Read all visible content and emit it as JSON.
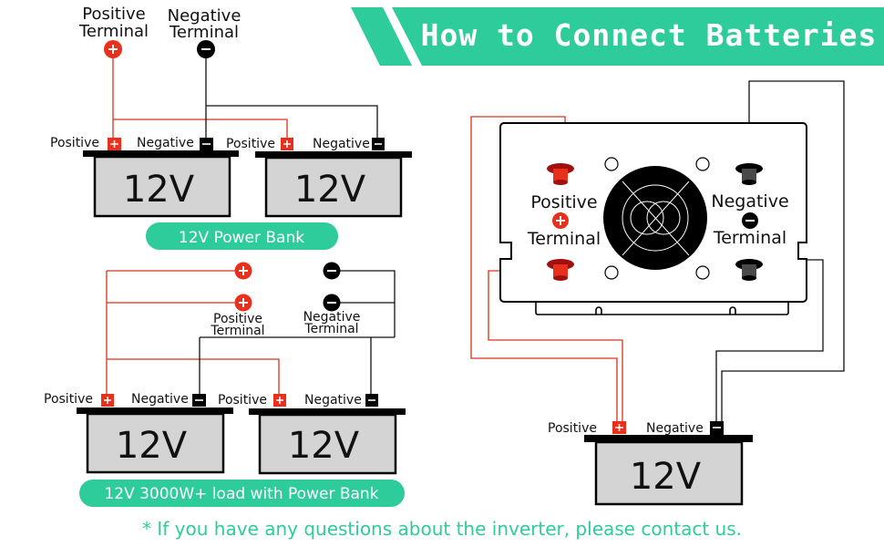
{
  "title": "How to Connect Batteries",
  "colors": {
    "accent": "#2ecc9a",
    "positive": "#e8301c",
    "negative": "#000000",
    "battery_body": "#d4d4d4"
  },
  "labels": {
    "positive": "Positive",
    "negative": "Negative",
    "terminal": "Terminal",
    "voltage": "12V",
    "plus": "+",
    "minus": "−"
  },
  "diagram1": {
    "caption": "12V Power Bank",
    "top_terminals": [
      {
        "line1": "Positive",
        "line2": "Terminal",
        "polarity": "positive"
      },
      {
        "line1": "Negative",
        "line2": "Terminal",
        "polarity": "negative"
      }
    ],
    "batteries": [
      {
        "voltage": "12V",
        "pos_label": "Positive",
        "neg_label": "Negative"
      },
      {
        "voltage": "12V",
        "pos_label": "Positive",
        "neg_label": "Negative"
      }
    ]
  },
  "diagram2": {
    "caption": "12V 3000W+ load with Power Bank",
    "terminal_labels": {
      "positive_line1": "Positive",
      "positive_line2": "Terminal",
      "negative_line1": "Negative",
      "negative_line2": "Terminal"
    },
    "batteries": [
      {
        "voltage": "12V",
        "pos_label": "Positive",
        "neg_label": "Negative"
      },
      {
        "voltage": "12V",
        "pos_label": "Positive",
        "neg_label": "Negative"
      }
    ]
  },
  "inverter": {
    "positive_line1": "Positive",
    "positive_line2": "Terminal",
    "negative_line1": "Negative",
    "negative_line2": "Terminal",
    "battery": {
      "voltage": "12V",
      "pos_label": "Positive",
      "neg_label": "Negative"
    }
  },
  "footer": "* If you have any questions about the inverter, please contact us."
}
